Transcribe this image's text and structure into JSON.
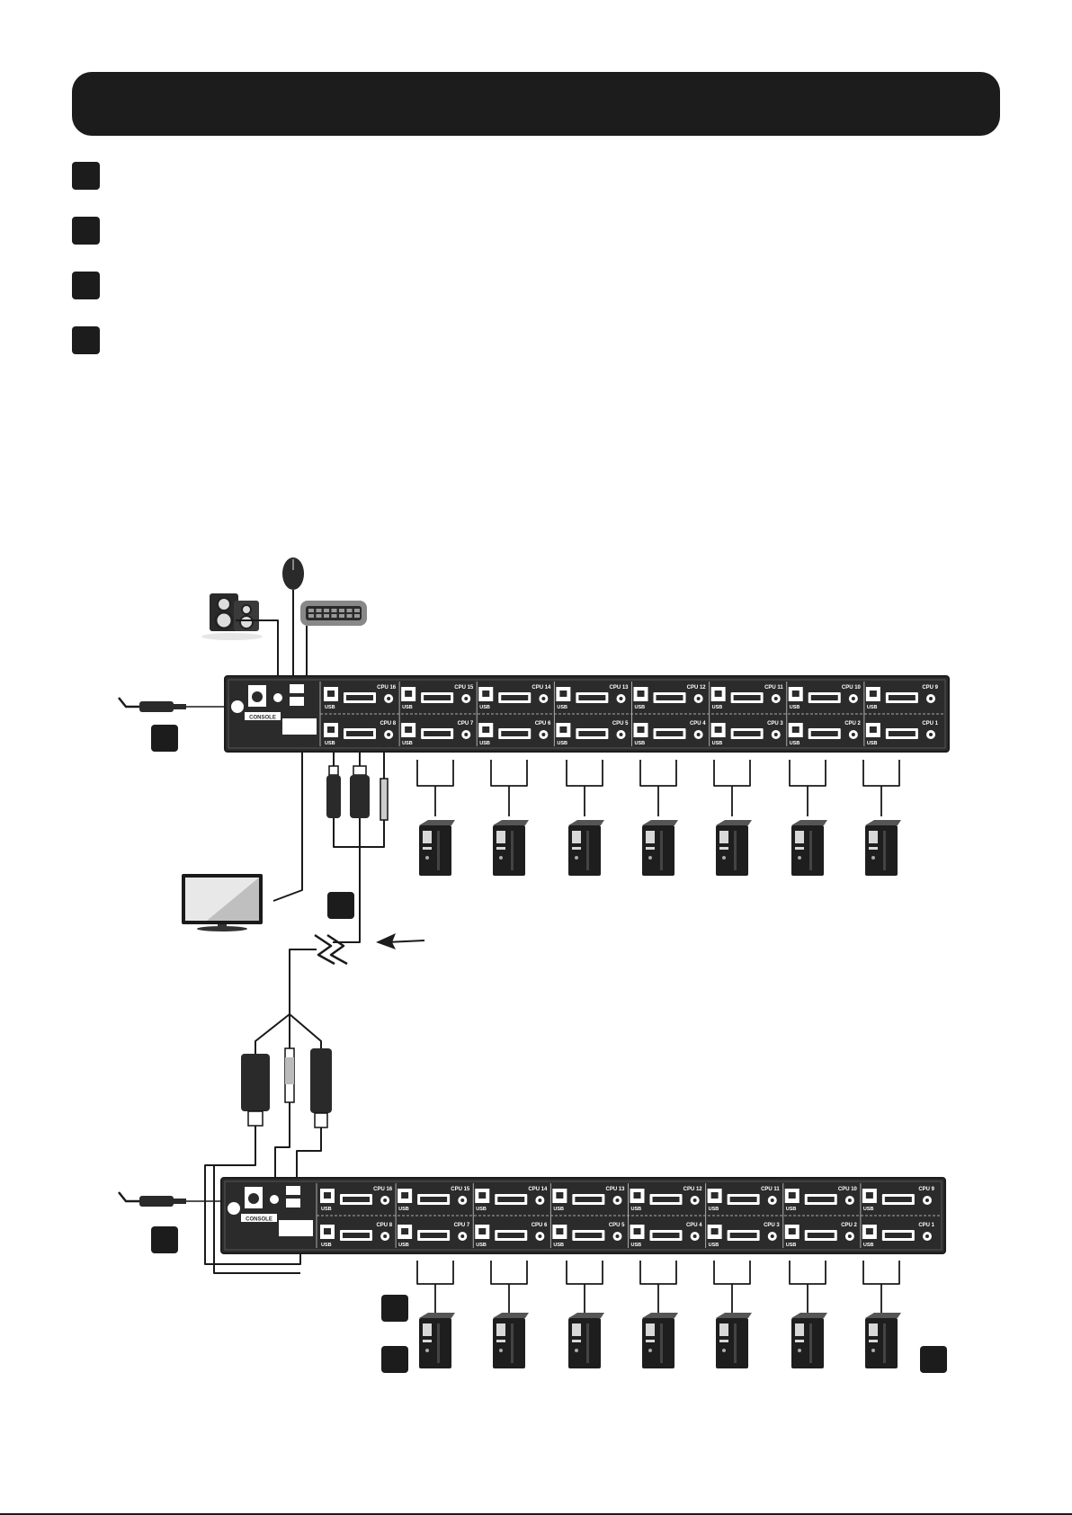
{
  "colors": {
    "ink": "#1c1c1c",
    "panel": "#2b2b2b",
    "port": "#ffffff",
    "cable": "#1a1a1a",
    "gray": "#7a7a7a"
  },
  "icons": {
    "speaker": "speaker-icon",
    "mouse": "mouse-icon",
    "keyboard": "keyboard-icon",
    "monitor": "monitor-icon",
    "computer": "computer-tower-icon",
    "power": "power-adapter-icon",
    "usb_cable": "usb-cable-icon",
    "displayport_cable": "displayport-cable-icon",
    "audio_cable": "audio-cable-icon",
    "arrow": "arrow-left-icon"
  },
  "switch": {
    "console_label": "CONSOLE",
    "usb_label": "USB",
    "top_row_ports": [
      "CPU 16",
      "CPU 15",
      "CPU 14",
      "CPU 13",
      "CPU 12",
      "CPU 11",
      "CPU 10",
      "CPU 9"
    ],
    "bottom_row_ports": [
      "CPU 8",
      "CPU 7",
      "CPU 6",
      "CPU 5",
      "CPU 4",
      "CPU 3",
      "CPU 2",
      "CPU 1"
    ]
  }
}
